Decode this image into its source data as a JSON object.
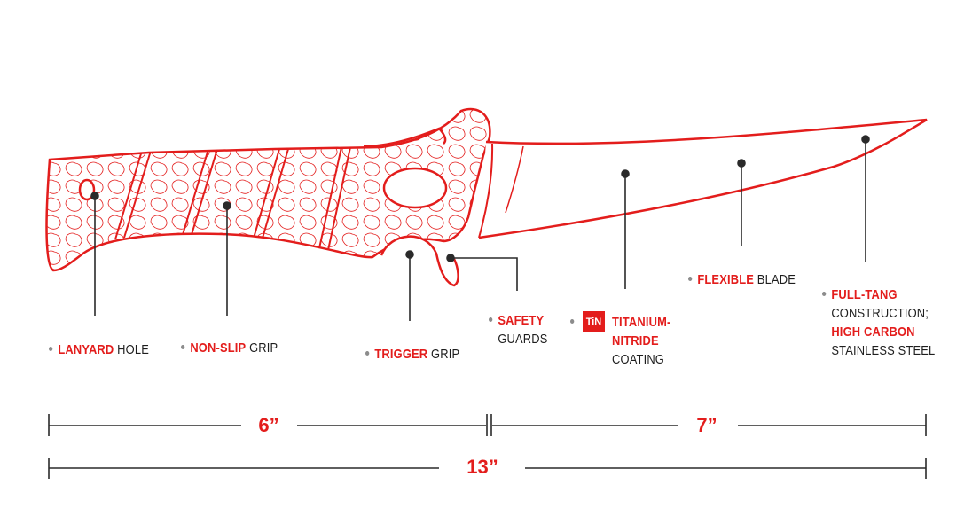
{
  "colors": {
    "accent": "#e31d1c",
    "text": "#1e1e1e",
    "line": "#2a2a2a",
    "bullet": "#8c8c8c"
  },
  "labels": {
    "lanyard": {
      "highlight": "LANYARD",
      "rest": " HOLE"
    },
    "nonslip": {
      "highlight": "NON-SLIP",
      "rest": " GRIP"
    },
    "trigger": {
      "highlight": "TRIGGER",
      "rest": " GRIP"
    },
    "safety": {
      "line1": "SAFETY",
      "line2": "GUARDS"
    },
    "tin": {
      "badge": "TiN",
      "line1": "TITANIUM-",
      "line2": "NITRIDE",
      "line3": "COATING"
    },
    "flexible": {
      "highlight": "FLEXIBLE",
      "rest": " BLADE"
    },
    "fulltang": {
      "line1": "FULL-TANG",
      "line2": "CONSTRUCTION;",
      "line3": "HIGH CARBON",
      "line4": "STAINLESS STEEL"
    }
  },
  "dimensions": {
    "handle": "6”",
    "blade": "7”",
    "total": "13”"
  }
}
